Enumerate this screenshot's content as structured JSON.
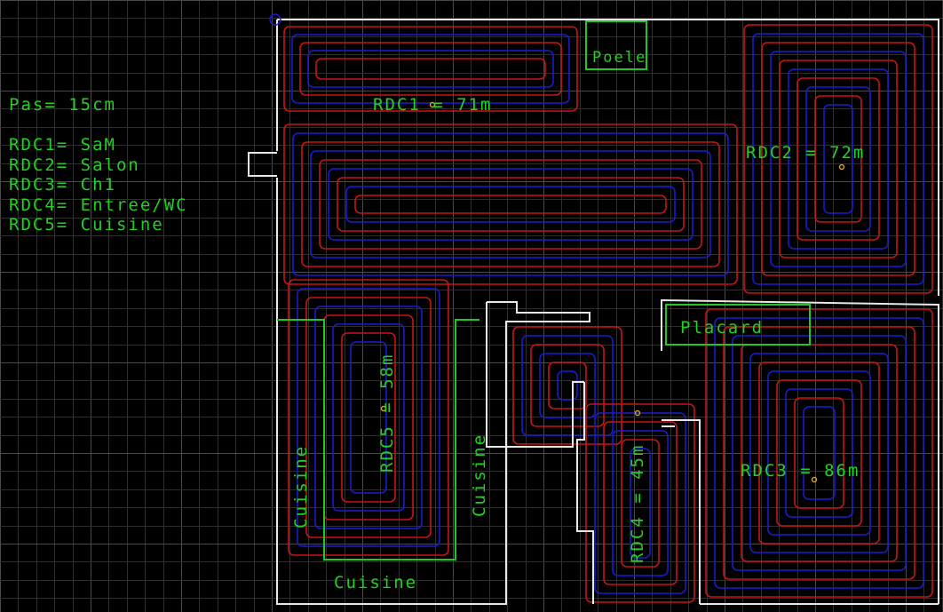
{
  "legend": {
    "pas": "Pas= 15cm",
    "items": [
      "RDC1= SaM",
      "RDC2= Salon",
      "RDC3= Ch1",
      "RDC4= Entree/WC",
      "RDC5= Cuisine"
    ]
  },
  "zones": {
    "rdc1": "RDC1 = 71m",
    "rdc2": "RDC2 = 72m",
    "rdc3": "RDC3 = 86m",
    "rdc4": "RDC4 = 45m",
    "rdc5": "RDC5 = 58m"
  },
  "rooms": {
    "poele": "Poele",
    "placard": "Placard",
    "cuisine_left": "Cuisine",
    "cuisine_right": "Cuisine",
    "cuisine_bottom": "Cuisine"
  },
  "colors": {
    "background": "#000000",
    "grid": "#3a3a3a",
    "wall": "#e8e8e8",
    "text": "#22d022",
    "pipe_supply": "#c81414",
    "pipe_return": "#1a1ad0",
    "marker": "#d0a020"
  }
}
